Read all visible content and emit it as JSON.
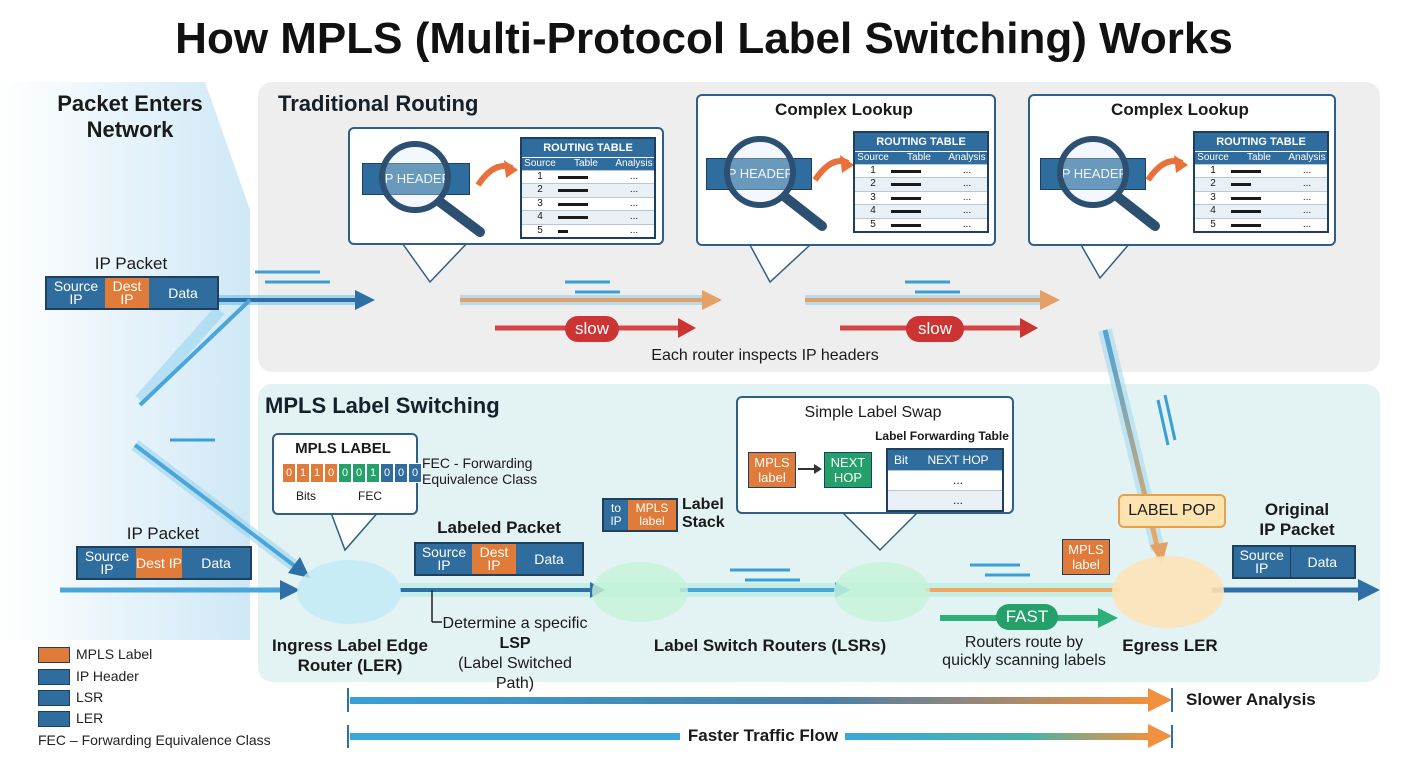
{
  "title": "How MPLS (Multi-Protocol Label Switching) Works",
  "entry": {
    "heading_line1": "Packet Enters",
    "heading_line2": "Network"
  },
  "ip_packet_top": {
    "label": "IP Packet",
    "fields": [
      "Source IP",
      "Dest IP",
      "Data"
    ]
  },
  "ip_packet_bottom": {
    "label": "IP Packet",
    "fields": [
      "Source IP",
      "Dest IP",
      "Data"
    ]
  },
  "traditional": {
    "title": "Traditional Routing",
    "lookup_titles": [
      "Complex Lookup",
      "Complex Lookup"
    ],
    "ip_header": "IP HEADER",
    "table_title": "ROUTING TABLE",
    "table_columns": [
      "Source",
      "Table",
      "Analysis"
    ],
    "table_rows": [
      "1",
      "2",
      "3",
      "4",
      "5"
    ],
    "ellipsis": "...",
    "slow_badges": [
      "slow",
      "slow"
    ],
    "caption": "Each router inspects IP headers"
  },
  "mpls": {
    "title": "MPLS Label Switching",
    "mpls_label_box": {
      "title": "MPLS LABEL",
      "bits": [
        "0",
        "1",
        "1",
        "0",
        "0",
        "0",
        "1",
        "0",
        "0",
        "0"
      ],
      "sub_bits": "Bits",
      "sub_fec": "FEC"
    },
    "fec_note_line1": "FEC - Forwarding",
    "fec_note_line2": "Equivalence Class",
    "labeled_packet": {
      "label": "Labeled Packet",
      "fields": [
        "Source IP",
        "Dest IP",
        "Data"
      ]
    },
    "label_stack": {
      "tag_a": "to IP",
      "tag_b": "MPLS label",
      "label_line1": "Label",
      "label_line2": "Stack"
    },
    "swap": {
      "title": "Simple Label Swap",
      "subtitle": "Label Forwarding Table",
      "mpls_label": "MPLS label",
      "next_hop": "NEXT HOP",
      "col_a": "Bit",
      "col_b": "NEXT HOP",
      "cell": "..."
    },
    "mpls_label_tag": "MPLS label",
    "label_pop": "LABEL POP",
    "original": {
      "line1": "Original",
      "line2": "IP Packet",
      "fields": [
        "Source IP",
        "Data"
      ]
    },
    "determine_line1": "Determine a specific",
    "determine_line2": "LSP",
    "determine_line3": "(Label Switched Path)",
    "ingress_line1": "Ingress Label Edge",
    "ingress_line2": "Router (LER)",
    "lsr_label": "Label Switch Routers (LSRs)",
    "fast_badge": "FAST",
    "fast_note_line1": "Routers route by",
    "fast_note_line2": "quickly scanning labels",
    "egress_label": "Egress LER"
  },
  "bottom": {
    "slower": "Slower Analysis",
    "faster": "Faster Traffic Flow"
  },
  "legend": {
    "items": [
      "MPLS Label",
      "IP Header",
      "LSR",
      "LER"
    ],
    "colors": [
      "#e07b39",
      "#2f6d9e",
      "#2f6d9e",
      "#2f6d9e"
    ],
    "fec": "FEC – Forwarding Equivalence Class"
  },
  "colors": {
    "accent_blue": "#2f6d9e",
    "label_orange": "#e07b39",
    "slow_red": "#cc3333",
    "fast_green": "#24a06b"
  }
}
